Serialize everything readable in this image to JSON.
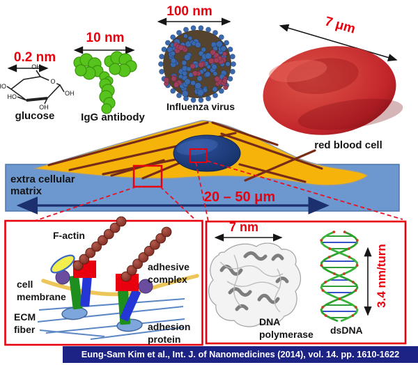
{
  "panels": {
    "glucose": {
      "size": "0.2 nm",
      "label": "glucose",
      "atoms": {
        "oh_top": "OH",
        "ho_left": "HO",
        "ho_left2": "HO",
        "o_ring": "O",
        "oh_right": "OH",
        "oh_bottom": "OH"
      }
    },
    "antibody": {
      "size": "10 nm",
      "label": "IgG antibody"
    },
    "virus": {
      "size": "100 nm",
      "label": "Influenza virus"
    },
    "rbc": {
      "size": "7 μm",
      "label": "red blood cell"
    }
  },
  "cell_section": {
    "ecm_label": "extra cellular matrix",
    "cell_size": "20 – 50 μm"
  },
  "adhesion_inset": {
    "f_actin": "F-actin",
    "cell_membrane": "cell membrane",
    "adhesive_complex": "adhesive complex",
    "ecm_fiber": "ECM fiber",
    "adhesion_protein": "adhesion protein"
  },
  "dna_inset": {
    "size": "7 nm",
    "polymerase": "DNA polymerase",
    "dsdna": "dsDNA",
    "turn": "3.4 nm/turn"
  },
  "citation": "Eung-Sam Kim et al., Int. J. of Nanomedicines (2014), vol. 14. pp. 1610-1622",
  "colors": {
    "accent_red": "#e8000d",
    "cell_yellow": "#f6b40a",
    "ecm_blue": "#6d97cf",
    "nucleus_navy": "#17356f",
    "fiber_maroon": "#772c18",
    "citation_navy": "#1c2384",
    "antibody_green": "#57c41d",
    "virus_blue": "#3b69ae",
    "virus_mauve": "#9c3f5b",
    "rbc_red": "#c5262c"
  }
}
